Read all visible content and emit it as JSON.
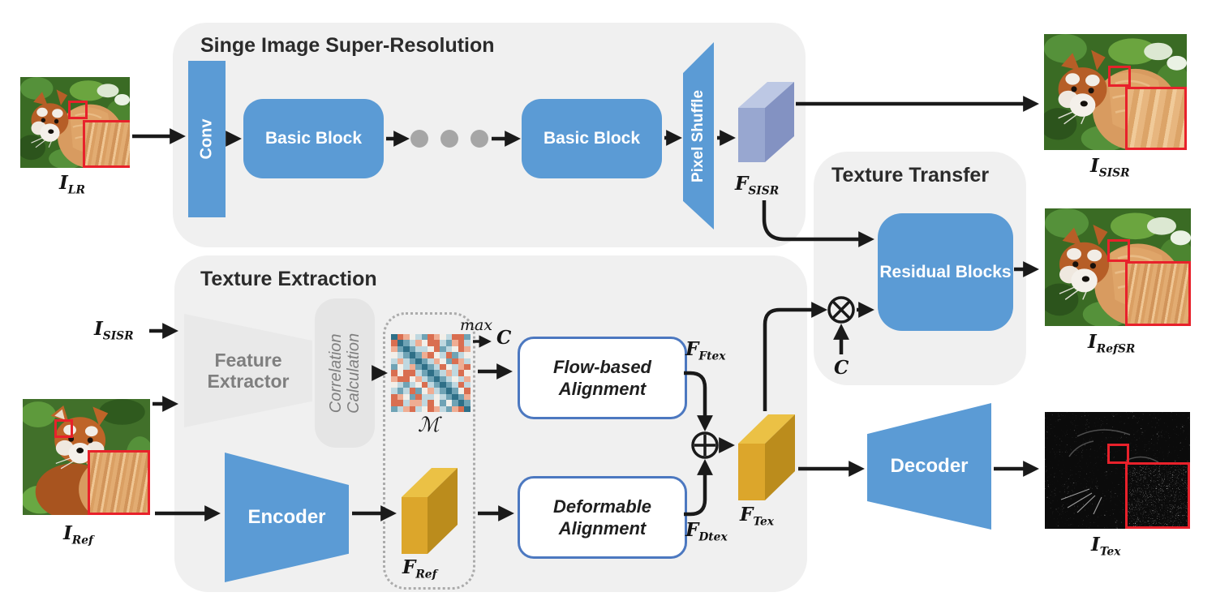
{
  "figure": {
    "type": "architecture-diagram",
    "description": "Reference-based image super-resolution network diagram with three panels and red panda example images"
  },
  "panels": {
    "sisr": {
      "title": "Singe Image Super-Resolution"
    },
    "extraction": {
      "title": "Texture Extraction"
    },
    "transfer": {
      "title": "Texture Transfer"
    }
  },
  "blocks": {
    "conv": "Conv",
    "basic_block_1": "Basic Block",
    "basic_block_2": "Basic Block",
    "pixel_shuffle": "Pixel Shuffle",
    "residual_blocks": "Residual Blocks",
    "feature_extractor": "Feature\nExtractor",
    "correlation_calculation": "Correlation\nCalculation",
    "flow_alignment": "Flow-based\nAlignment",
    "deformable_alignment": "Deformable\nAlignment",
    "encoder": "Encoder",
    "decoder": "Decoder"
  },
  "labels": {
    "i_lr": {
      "base": "I",
      "sub": "LR"
    },
    "i_sisr_in": {
      "base": "I",
      "sub": "SISR"
    },
    "i_sisr_out": {
      "base": "I",
      "sub": "SISR"
    },
    "i_ref": {
      "base": "I",
      "sub": "Ref"
    },
    "i_refsr": {
      "base": "I",
      "sub": "RefSR"
    },
    "i_tex": {
      "base": "I",
      "sub": "Tex"
    },
    "f_sisr": {
      "base": "F",
      "sub": "SISR"
    },
    "f_ref": {
      "base": "F",
      "sub": "Ref"
    },
    "f_ftex": {
      "base": "F",
      "sub": "Ftex"
    },
    "f_dtex": {
      "base": "F",
      "sub": "Dtex"
    },
    "f_tex": {
      "base": "F",
      "sub": "Tex"
    },
    "matrix": "ℳ",
    "max": "max",
    "c_top": "C",
    "c_bottom": "C"
  },
  "operators": {
    "elementwise_multiply": "⊗",
    "elementwise_add": "⊕"
  },
  "colors": {
    "block_blue": "#5B9BD5",
    "panel_gray": "#F0F0F0",
    "alignment_border_blue": "#4C78C0",
    "arrow_black": "#1a1a1a",
    "red_annotation_box": "#E8212B",
    "gold_cube_front": "#DCA62B",
    "periwinkle_cube_front": "#98A7D0",
    "gray_text": "#7F7F7F",
    "ellipsis_dot_gray": "#A6A6A6"
  },
  "matrix": {
    "palette": {
      "d": "#2E6F87",
      "t": "#6FA3B5",
      "l": "#BFD8E0",
      "w": "#F2EFE9",
      "r": "#D96E50",
      "p": "#EFAD93"
    },
    "pattern": [
      "drpwltrpwlrrt",
      "rdtlpwrrltprl",
      "ptdtllwrtlwrp",
      "wltdtprwlrtlw",
      "lpltdtlpwtrpl",
      "twlptdtlrwlpr",
      "rwrrltdtlplrw",
      "prrwpltdtlwlp",
      "wltlwrltdtlrl",
      "ltlrtwpltdtwr",
      "rpwtrllwltdtp",
      "rrlpplrwtwtdt",
      "tlprlwrpltprd"
    ]
  }
}
